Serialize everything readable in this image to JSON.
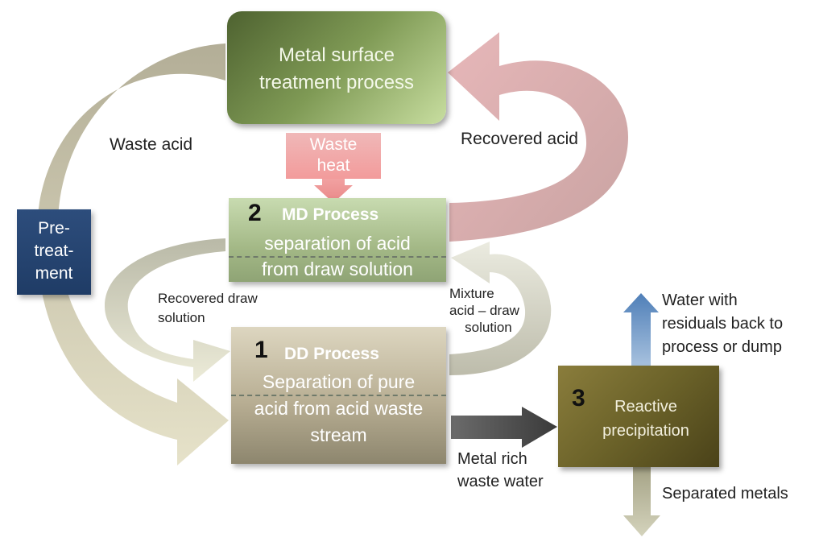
{
  "boxes": {
    "metal_surface": {
      "line1": "Metal surface",
      "line2": "treatment process"
    },
    "waste_heat": {
      "line1": "Waste",
      "line2": "heat"
    },
    "md": {
      "number": "2",
      "title": "MD Process",
      "line1": "separation of acid",
      "line2": "from draw solution"
    },
    "dd": {
      "number": "1",
      "title": "DD Process",
      "line1": "Separation of pure",
      "line2": "acid from acid waste",
      "line3": "stream"
    },
    "pretreatment": {
      "line1": "Pre-",
      "line2": "treat-",
      "line3": "ment"
    },
    "reactive": {
      "number": "3",
      "line1": "Reactive",
      "line2": "precipitation"
    }
  },
  "labels": {
    "waste_acid": "Waste  acid",
    "recovered_acid": "Recovered acid",
    "recovered_draw_1": "Recovered draw",
    "recovered_draw_2": "solution",
    "mixture_1": "Mixture",
    "mixture_2": "acid – draw",
    "mixture_3": "solution",
    "metal_rich_1": "Metal rich",
    "metal_rich_2": "waste water",
    "water_1": "Water with",
    "water_2": "residuals  back to",
    "water_3": "process or dump",
    "separated_metals": "Separated metals"
  },
  "colors": {
    "waste_acid_arrow": "#b8b49e",
    "recovered_acid_arrow": "#d9aeb0",
    "draw_arrow": "#c8c8b8",
    "metal_rich_arrow": "#555555",
    "water_arrow": "#6f97c6",
    "separated_arrow": "#b9b89a",
    "waste_heat_arrow": "#ee9a9a"
  }
}
